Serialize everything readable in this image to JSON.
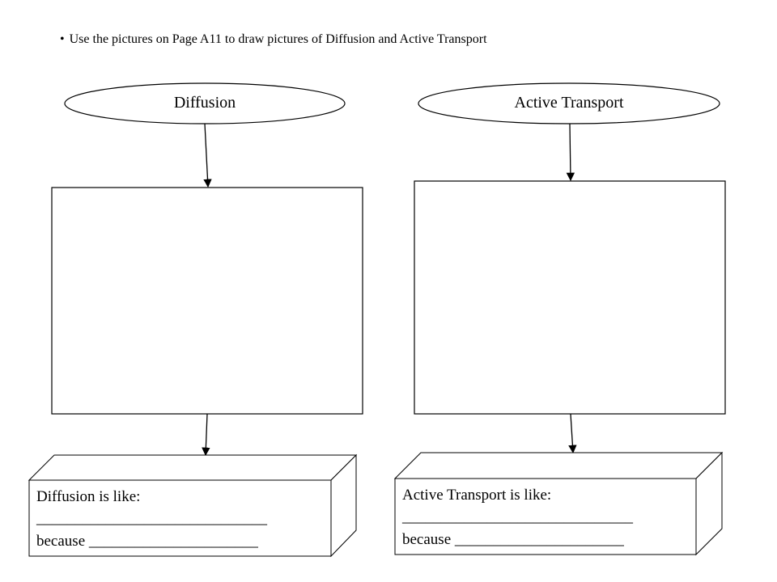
{
  "instruction": {
    "bullet": "•",
    "text": "Use the pictures on Page A11 to draw pictures of  Diffusion and Active Transport"
  },
  "columns": [
    {
      "oval_label": "Diffusion",
      "like_text": "Diffusion is like:",
      "blank_line": "______________________________",
      "because_text": "because ______________________"
    },
    {
      "oval_label": "Active Transport",
      "like_text": "Active Transport is like:",
      "blank_line": "______________________________",
      "because_text": "because ______________________"
    }
  ],
  "colors": {
    "stroke": "#000000",
    "fill": "#ffffff"
  }
}
